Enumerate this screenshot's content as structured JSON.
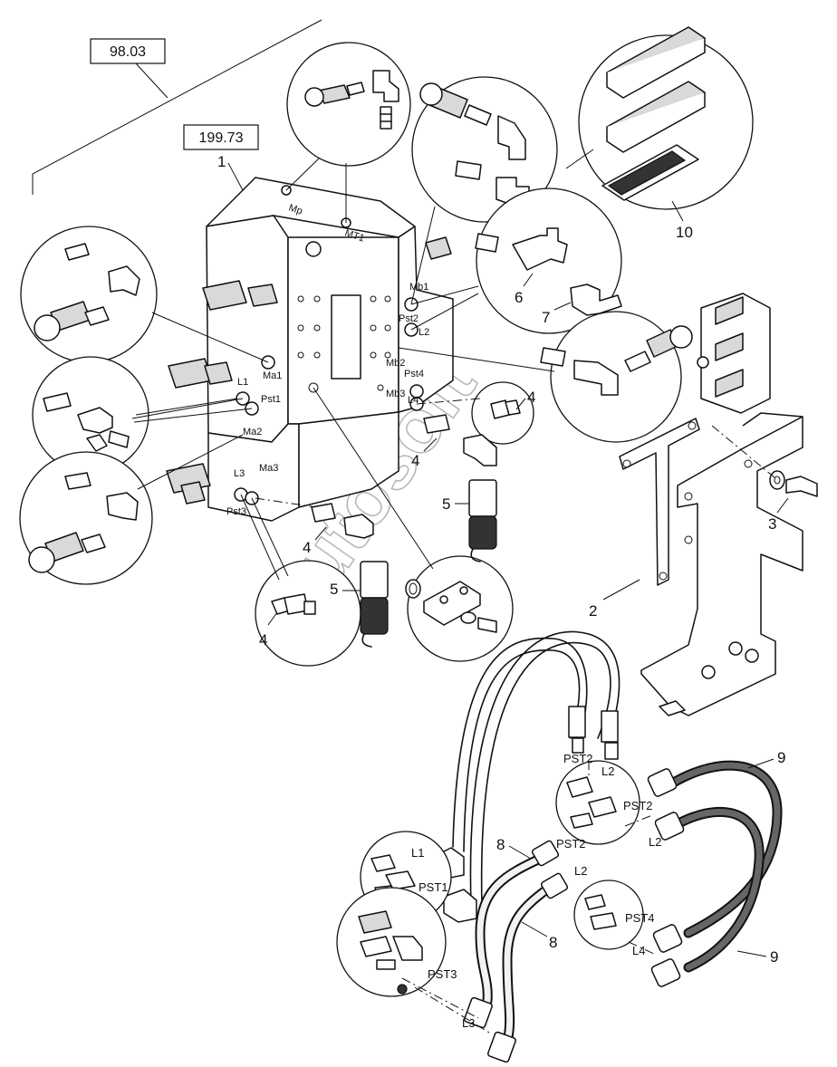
{
  "refs": {
    "group_ref": "98.03",
    "block_ref": "199.73"
  },
  "callouts": {
    "c1": "1",
    "c2": "2",
    "c3": "3",
    "c4": "4",
    "c5": "5",
    "c6": "6",
    "c7": "7",
    "c8": "8",
    "c9": "9",
    "c10": "10"
  },
  "ports": {
    "mp": "Mp",
    "mt1": "MT1",
    "mb1": "Mb1",
    "pst2": "Pst2",
    "l2": "L2",
    "mb2": "Mb2",
    "pst4": "Pst4",
    "mb3": "Mb3",
    "l4": "L4",
    "l1": "L1",
    "ma1": "Ma1",
    "pst1": "Pst1",
    "ma2": "Ma2",
    "l3": "L3",
    "ma3": "Ma3",
    "pst3": "Pst3"
  },
  "hose_labels": {
    "PST2": "PST2",
    "L2": "L2",
    "L1": "L1",
    "PST1": "PST1",
    "PST3": "PST3",
    "L3": "L3",
    "PST4": "PST4",
    "L4": "L4"
  },
  "watermark": "Autosoft"
}
